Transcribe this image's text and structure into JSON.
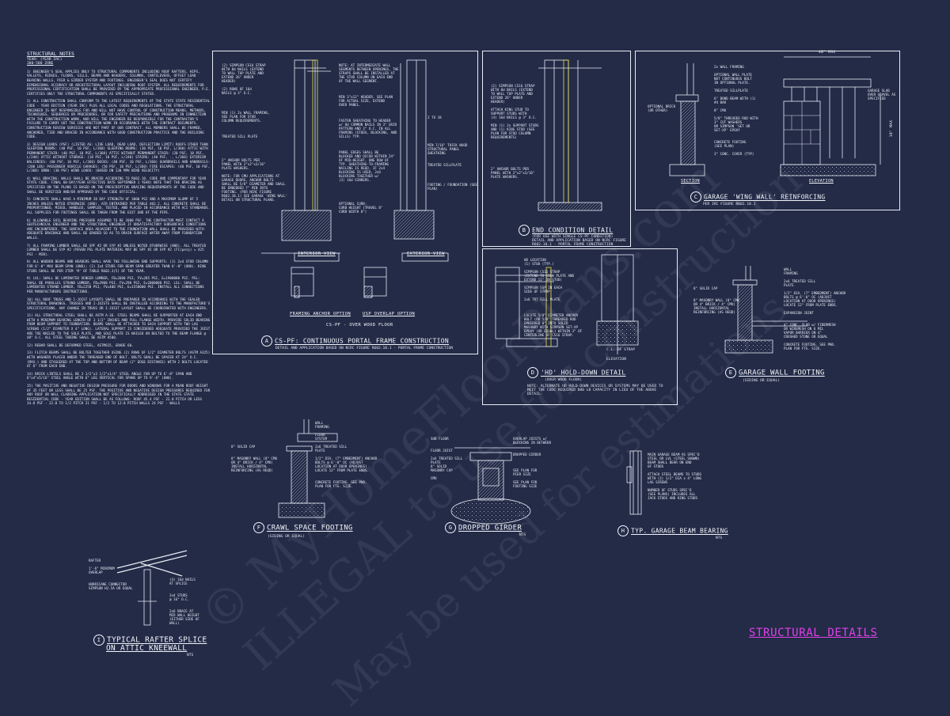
{
  "sheet_title": "STRUCTURAL DETAILS",
  "watermark": {
    "line1": "© MyHomeFloorPlans.com",
    "line2": "ILLEGAL to use for construction",
    "line3": "May be used for estimations"
  },
  "notes": {
    "title": "STRUCTURAL NOTES",
    "subtitle": "YEAR: (YEAR IRC)",
    "subtitle2": "300-500 ZONE",
    "items": [
      "1) ENGINEER'S SEAL APPLIES ONLY TO STRUCTURAL COMPONENTS INCLUDING ROOF RAFTERS, HIPS, VALLEYS, RIDGES, FLOORS, SILLS, BEAMS AND HEADERS, COLUMNS, CANTILEVERS, OFFSET LOAD BEARING WALLS, PIER & GIRDER SYSTEM AND FOOTINGS. ENGINEER'S SEAL DOES NOT CERTIFY DIMENSIONAL ACCURACY OR ARCHITECTURAL LAYOUT INCLUDING ROOF SYSTEM. ALL REQUIREMENTS FOR PROFESSIONAL CERTIFICATION SHALL BE PROVIDED BY THE APPROPRIATE PROFESSIONAL ENGINEER, P.E. CERTIFIES ONLY THE STRUCTURAL COMPONENTS AS SPECIFICALLY STATED.",
      "2) ALL CONSTRUCTION SHALL CONFORM TO THE LATEST REQUIREMENTS OF THE STATE STATE RESIDENTIAL CODE - YEAR EDITION (YEAR IRC) PLUS ALL LOCAL CODES AND REGULATIONS. THE STRUCTURAL ENGINEER IS NOT RESPONSIBLE FOR AND WILL NOT HAVE CONTROL OF CONSTRUCTION MEANS, METHODS, TECHNIQUES, SEQUENCES OR PROCEDURES, OR FOR SAFETY PRECAUTIONS AND PROGRAMS IN CONNECTION WITH THE CONSTRUCTION WORK, NOR WILL THE ENGINEER BE RESPONSIBLE FOR THE CONTRACTOR'S FAILURE TO CARRY OUT THE CONSTRUCTION WORK IN ACCORDANCE WITH THE CONTRACT DOCUMENTS. CONSTRUCTION REVIEW SERVICES ARE NOT PART OF OUR CONTRACT. ALL MEMBERS SHALL BE FRAMED, ANCHORED, TIED AND BRACED IN ACCORDANCE WITH GOOD CONSTRUCTION PRACTICE AND THE BUILDING CODE.",
      "3) DESIGN LOADS (PSF) (LISTED AS: LIVE LOAD, DEAD LOAD, DEFLECTION LIMIT) ROOFS OTHER THAN SLEEPING ROOMS: (40 PSF, 10 PSF, L/360) SLEEPING ROOMS: (30 PSF, 10 PSF, L/360) ATTIC WITH PERMANENT STAIR: (40 PSF, 10 PSF, L/360) ATTIC WITHOUT PERMANENT STAIR: (20 PSF, 10 PSF, L/240) ATTIC WITHOUT STORAGE: (10 PSF, 10 PSF, L/240) STAIRS: (40 PSF, -, L/360) EXTERIOR BALCONIES: (60 PSF, 10 PSF, L/360) DECKS: (40 PSF, 10 PSF, L/360) GUARDRAILS AND HANDRAILS: (200 LBS) PASSENGER VEHICLE GARAGES: (50 PSF, 10 PSF, L/360) FIRE ESCAPES: (40 PSF, 10 PSF, L/360) SNOW: (30 PSF) WIND LOADS: (BASED ON 130 MPH WIND VELOCITY)",
      "4) WALL BRACING: WALLS SHALL BE BRACED ACCORDING TO R602.10. CODE AND COMPENTARY FOR YEAR STATE CODE. FINAL 60-DAY/YEAR EFFECTIVE DATE SEPTEMBER 1 YEAR) NOTE THAT THE BRACING AS SPECIFIED ON THE PLANS IS BASED ON THE PRESCRIPTIVE BRACING REQUIREMENTS OF THE CODE AND SHALL BE VERIFIED AND/OR APPROVED BY THE CODE OFFICIAL.",
      "5) CONCRETE SHALL HAVE A MINIMUM 28 DAY STRENGTH OF 3000 PSI AND A MAXIMUM SLUMP OF 5 INCHES UNLESS NOTED OTHERWISE (UNO). AIR ENTRAINED PER TABLE 402.2. ALL CONCRETE SHALL BE PROPORTIONED, MIXED, HANDLED, SAMPLED, TESTED, AND PLACED IN ACCORDANCE WITH ACI STANDARDS. ALL SUPPLIES FOR FOOTINGS SHALL BE TAKEN FROM THE EXIT END OF THE PIPE.",
      "6) ALLOWABLE SOIL BEARING PRESSURE ASSUMED TO BE 2000 PSF. THE CONTRACTOR MUST CONTACT A GEOTECHNICAL ENGINEER AND THE STRUCTURAL ENGINEER IF UNSATISFACTORY SUBSURFACE CONDITIONS ARE ENCOUNTERED. THE SURFACE AREA ADJACENT TO THE FOUNDATION WALL SHALL BE PROVIDED WITH ADEQUATE DRAINAGE AND SHALL BE GRADED SO AS TO DRAIN SURFACE WATER AWAY FROM FOUNDATION WALLS.",
      "7) ALL FRAMING LUMBER SHALL BE SPF #2 OR SYP #2 UNLESS NOTED OTHERWISE (UNO). ALL TREATED LUMBER SHALL BE SYP #2 (PEVEN PSL PLATE MATERIAL MAY BE SPF #2 OR SYP #2 (FC(perp) = 425 PSI - MIN).",
      "8) ALL WOODEN BEAMS AND HEADERS SHALL HAVE THE FOLLOWING END SUPPORTS: (1) 2x4 STUD COLUMN FOR 6'-0\" MAX BEAM SPAN (UNO); (2) 2x4 STUDS FOR BEAM SPAN GREATER THAN 6'-0\" (UNO). KING STUDS SHALL BE PER ITEM 'M' OF TABLE R602.3(5) OF THE YEAR.",
      "9) LVL: SHALL BE LAMINATED VENEER LUMBER, FB=2600 PSI, FV=285 PSI, E=1900000 PSI. PSL: SHALL BE PARALLEL STRAND LUMBER, FB=2900 PSI, FV=290 PSI, E=2000000 PSI. LSL: SHALL BE LAMINATED STRAND LUMBER, FB=2250 PSI, FV=400 PSI, E=1550000 PSI. INSTALL ALL CONNECTIONS PER MANUFACTURERS INSTRUCTIONS.",
      "10) ALL ROOF TRUSS AND I-JOIST LAYOUTS SHALL BE PREPARED IN ACCORDANCE WITH THE SEALED STRUCTURAL DRAWINGS. TRUSSES AND I-JOISTS SHALL BE INSTALLED ACCORDING TO THE MANUFACTURE'S SPECIFICATIONS. ANY CHANGE IN TRUSS OR I-JOIST LAYOUT SHALL BE COORDINATED WITH ENGINEERS.",
      "11) ALL STRUCTURAL STEEL SHALL BE ASTM A-36. STEEL BEAMS SHALL BE SUPPORTED AT EACH END WITH A MINIMUM BEARING LENGTH OF 3 1/2\" INCHES AND FULL FLANGE WIDTH. PROVIDE SOLID BEARING FROM BEAM SUPPORT TO FOUNDATION. BEAMS SHALL BE ATTACHED TO EACH SUPPORT WITH TWO LAG SCREWS (1/2\" DIAMETER X 4\" LONG). LATERAL SUPPORT IS CONSIDERED ADEQUATE PROVIDED THE JOIST ARE TOE NAILED TO THE SOLE PLATE, AND SOLE PLATE IS NAILED OR BOLTED TO THE BEAM FLANGE @ 48\" O.C. ALL STEEL TUBING SHALL BE ASTM A500.",
      "12) REBAR SHALL BE DEFORMED STEEL, ASTM615, GRADE 60.",
      "13) FLITCH BEAMS SHALL BE BOLTED TOGETHER USING (2) ROWS OF 1/2\" DIAMETER BOLTS (ASTM A325) WITH WASHERS PLACED UNDER THE THREADED END OF BOLT. BOLTS SHALL BE SPACED AT 24\" O.C. (MAX.) AND STAGGERED AT THE TOP AND BOTTOM OF BEAM (2\" EDGE DISTANCE) WITH 2 BOLTS LOCATED AT 6\" FROM EACH END.",
      "14) BRICK LINTELS SHALL BE 3 1/2\"x3 1/2\"x1/4\" STEEL ANGLE FOR UP TO 6'-0\" SPAN AND 6\"x4\"x5/16\" STEEL ANGLE WITH 6\" LEG VERTICAL FOR SPANS UP TO 9'-6\" (UNO).",
      "15) THE POSITIVE AND NEGATIVE DESIGN PRESSURE FOR DOORS AND WINDOWS FOR A MEAN ROOF HEIGHT OF 35 FEET OR LESS SHALL BE 25 PSF. THE POSITIVE AND NEGATIVE DESIGN PRESSURES REQUIRED FOR ANY ROOF OR WALL CLADDING APPLICATION NOT SPECIFICALLY ADDRESSED IN THE STATE STATE RESIDENTIAL CODE - YEAR EDITION SHALL BE AS FOLLOWS: ROOF 45.4 PSF - 22.0 PITCH OR LESS 34.8 PSF - 22.0 TO 1/2 PITCH 21 PSF - 1/2 TO 12:0 PITCH WALLS 24 PSF - WALLS"
    ]
  },
  "details": {
    "a": {
      "letter": "A",
      "title": "CS-PF: CONTINUOUS PORTAL FRAME CONSTRUCTION",
      "sub": "DETAIL AND APPLICATION BASED ON NCRC FIGURE R602.10.1 - PORTAL FRAME CONSTRUCTION",
      "interior_view": "INTERIOR VIEW",
      "exterior_view": "EXTERIOR VIEW",
      "framing_anchor": "FRAMING ANCHOR OPTION",
      "overlap": "USP OVERLAP OPTION",
      "overwood": "CS-PF - OVER WOOD FLOOR"
    },
    "b": {
      "letter": "B",
      "title": "END CONDITION DETAIL",
      "sub": "(FOR USE WITH SINGLE CS-PF CONDITION) DETAIL AND APPLICATION BASED ON NCRC FIGURE R602.10.1 - PORTAL FRAME CONSTRUCTION"
    },
    "c": {
      "letter": "C",
      "title": "GARAGE 'WING WALL' REINFORCING",
      "sub": "PER IRC FIGURE R602.10.1",
      "section": "SECTION",
      "elevation": "ELEVATION",
      "dim_top": "48\" MAX",
      "dim_side": "18\" MAX"
    },
    "d": {
      "letter": "D",
      "title": "'HD' HOLD-DOWN DETAIL",
      "sub": "(OVER WOOD FLOOR)",
      "elevation": "ELEVATION",
      "cl": "C.L. OF STRAP",
      "note": "NOTE: ALTERNATE HD HOLD-DOWN DEVICES OR SYSTEMS MAY BE USED TO MEET THE CODE REQUIRED 800 LB CAPACITY IN LIEU OF THE ABOVE DETAIL."
    },
    "e": {
      "letter": "E",
      "title": "GARAGE WALL FOOTING",
      "sub": "(SIDING OR EQUAL)"
    },
    "f": {
      "letter": "F",
      "title": "CRAWL SPACE FOOTING",
      "sub": "(SIDING OR EQUAL)"
    },
    "g": {
      "letter": "G",
      "title": "DROPPED GIRDER",
      "sub": "NTS"
    },
    "h": {
      "letter": "H",
      "title": "TYP. GARAGE BEAM BEARING",
      "sub": "NTS"
    },
    "i": {
      "letter": "I",
      "title": "TYPICAL RAFTER SPLICE",
      "title2": "ON ATTIC KNEEWALL",
      "sub": "NTS"
    }
  },
  "labels": {
    "a_left": "(2) SIMPSON CS16 STRAP\nWITH 8d NAILS (EXTEND\nTO WALL TOP PLATE AND\nEXTEND 26\" UNDER\nHEADER)\n\n(2) ROWS OF 16d\nNAILS @ 3\" O.C.\n\n\n\n\nMIN (1) 2x WALL FRAMING,\nSEE PLAN FOR STUD\nCOLUMN REQUIREMENTS.\n\n\n\nTREATED SILL PLATE\n\n\n\n\n\n2\" ANCHOR BOLTS PER\nPANEL WITH 2\"x2\"x3/16\"\nPLATE WASHERS.\n\nNOTE: FOR CMU APPLICATIONS AT\nGARAGE DOORS, ANCHOR BOLTS\nSHALL BE 5/8\" DIAMETER AND SHALL\nBE EMBEDDED 7\" MIN INTO\nFOOTING. (PER NCRC FIGURE\nR602.10.1) SEE GARAGE 'WING WALL'\nDETAIL ON STRUCTURAL PLANS.",
    "a_mid": "NOTE: AT INTERMEDIATE WALL\nSEGMENTS BETWEEN OPENINGS, THE\nSTRAPS SHALL BE INSTALLED AT\nTHE STUD COLUMN ON EACH END\nOF THE WALL SEGMENT.\n\n\n\nMIN 3\"x12\" HEADER. SEE PLAN\nFOR ACTUAL SIZE, EXTEND\nOVER PANEL.\n\n\n\nFASTEN SHEATHING TO HEADER\nw/ 8d COMMON NAILS IN 3\" GRID\nPATTERN AND 3\" O.C. IN ALL\nFRAMING (STUDS, BLOCKING, AND\nSILLS) TYP.\n\n\n\nPANEL EDGES SHALL BE\nBLOCKED AND OCCUR WITHIN 24\"\nOF MID-HEIGHT. ONE ROW OF\nTYP. SHEATHING-TO-FRAMING\nNAILING IS REQD. IF 2x4\nBLOCKING IS USED, 2x6\nBLOCKING TOGETHER w/\n(3) 16d SINKERS.\n\n\n\n\n\nOPTIONAL CURB:\nCURB HEIGHT (TRAVEL 8\"\nCURB WIDTH 8\")",
    "a_right": "2 TO 18\n\n\n\n\n\n\nMIN 7/16\" THICK WOOD\nSTRUCTURAL PANEL\nSHEATHING\n\n\nTREATED SILLPLATE\n\n\n\n\nFOOTING / FOUNDATION (SEE\nPLAN)",
    "b_left": "(2) SIMPSON CS16 STRAP\nWITH 8d NAILS (EXTEND\nTO WALL TOP PLATE AND\nEXTEND 26\" UNDER\nHEADER)\n\nATTACH KING STUD TO\nSUPPORT STUDS WITH\n(4) 16d NAILS @ 3\" O.C.\n\nMIN (1) 2x SUPPORT STUDS\nAND (1) KING STUD (SEE\nPLAN FOR STUD COLUMN\nREQUIREMENTS)\n\n\n\n\n\n\n\n2\" ANCHOR BOLTS PER\nPANEL WITH 2\"x2\"x3/16\"\nPLATE WASHERS.",
    "c_right": "2x WALL FRAMING\n\nOPTIONAL WALL PLATE\nNOT CONTINUOUS BOLT\nIN OPTIONAL PLATE.\n\nTREATED SILLPLATE\n\n6\" BOND BEAM WITH (1)\n#4 BAR\n\n8\" CMU\n\n5/8\" THREADED ROD WITH\n3\" CUT WASHERS\nOR SIMPSON 'SET OR\nSET-XP' EPOXY\n\n\nCONCRETE FOOTING\n(SEE PLAN)\n\n3\" CONC. COVER (TYP)",
    "c_left": "OPTIONAL BRICK\n(OR OTHER)",
    "c_far": "GARAGE SLAB\nOVER GRAVEL AS\nSPECIFIED",
    "d_left": "HD LOCATION\n(1) STUD (TYP.)\n\nSIMPSON CS16 STRAP\n(EXTEND TO SILL PLATE AND\nEXTEND 11\" ON STUD)\n\nSIMPSON SSP IN EACH\nSIDE OF STRAP\n\n2x6 TRT SILL PLATE\n\n\n\nLOCATE 5/8\" DIAMETER ANCHOR\nBOLT (OR 5/8\" THREADED ROD\nEMBEDDED 8\" INTO SOLID\nMASONRY WITH SIMPSON SET-XP\nEPOXY (OR EQUAL) WITHIN 3\" OF\nCENTERLINE OF CS16 STRAP.",
    "e_right": "WALL\nFRAMING\n\n2x6 TREATED SILL\nPLATE\n\n1/2\" DIA. (7\" EMBEDMENT) ANCHOR\nBOLTS @ 6'-0\" OC (ADJUST\nLOCATION AT DOOR OPENINGS)\nLOCATE 12\" FROM PLATE ENDS.\n\nEXPANSION JOINT\n\n\n4\" CONC. SLAB w/ FIBERMESH\nOR WIREMESH ON 6 MIL\nVAPOR BARRIER ON 4\"\nCRUSHED STONE OR EQUAL\n\nCONCRETE FOOTING. SEE PNO.\nPLAN FOR FTG. SIZE.",
    "e_left": "8\" SOLID CAP\n\n\n8\" MASONRY WALL (8\" CMU\nOR 4\" BRICK / 4\" CMU)\nINSTALL HORIZONTAL\nREINFORCING (AS REQD)",
    "f_right": "WALL\nFRAMING\n\nFLOOR\nSYSTEM\n\n2x6 TREATED SILL\nPLATE\n\n1/2\" DIA. (7\" EMBEDMENT) ANCHOR\nBOLTS @ 6'-0\" OC (ADJUST\nLOCATION AT DOOR OPENINGS)\nLOCATE 12\" FROM PLATE ENDS.\n\n\nCONCRETE FOOTING. SEE PNO.\nPLAN FOR FTG. SIZE.",
    "f_left": "8\" SOLID CAP\n\n\n8\" MASONRY WALL (8\" CMU\nOR 4\" BRICK / 4\" CMU)\nINSTALL HORIZONTAL\nREINFORCING (AS REQD)",
    "g_left": "SUB FLOOR\n\n\nFLOOR JOIST\n\n2x6 TREATED SILL\nPLATE\n8\" SOLID\nMASONRY CAP\n\nCMU",
    "g_right": "OVERLAP JOISTS w/\nBLOCKING IN BETWEEN\n\n\nDROPPED GIRDER\n\n\n\nSEE PLAN FOR\nPIER SIZE\n\nSEE PLAN FOR\nFOOTING SIZE",
    "h_right": "MAIN GARAGE BEAM AS SPEC'D\nSTEEL OR LVL (STEEL SHOWN)\nBEAM SHALL BEAR ON END\nOF STUDS\n\nATTACH STEEL BEAMS TO STUDS\nWITH (2) 1/2\" DIA x 4\" LONG\nLAG SCREWS\n\nNUMBER OF STUDS SPEC'D\n(SEE PLANS) INCLUDES ALL\nJACK STUDS AND KING STUDS",
    "i_labels": "RAFTER\n\n1'-6\" MINIMUM\nOVERLAP\n\n\nHURRICANE CONNECTOR\nSIMPSON H2.5A OR EQUAL",
    "i_right": "(4) 16d NAILS\nAT SPLICE\n\n\n2x4 STUDS\n@ 16\" O.C.\n\n\n2x6 BRACE AT\nMID WALL HEIGHT\n(EITHER SIDE OF\nWALL)"
  }
}
